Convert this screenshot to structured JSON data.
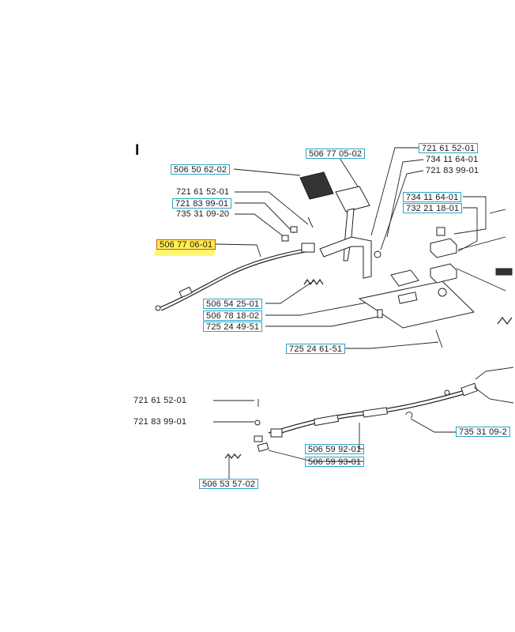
{
  "section_label": "I",
  "highlight_color": "#fff35c",
  "selected_border_color": "#e8443a",
  "label_border_color": "#2aa6c9",
  "labels": {
    "l1": "506 77 05-02",
    "l2": "721 61 52-01",
    "l3": "734 11 64-01",
    "l4": "721 83 99-01",
    "l5": "506 50 62-02",
    "l6": "721 61 52-01",
    "l7": "721 83 99-01",
    "l8": "735 31 09-20",
    "l9": "734 11 64-01",
    "l10": "732 21 18-01",
    "l11": "506 77 06-01",
    "l12": "506 54 25-01",
    "l13": "506 78 18-02",
    "l14": "725 24 49-51",
    "l15": "725 24 61-51",
    "l16": "721 61 52-01",
    "l17": "721 83 99-01",
    "l18": "735 31 09-2",
    "l19": "506 59 92-01",
    "l20": "506 59 93-01",
    "l21": "506 53 57-02"
  }
}
